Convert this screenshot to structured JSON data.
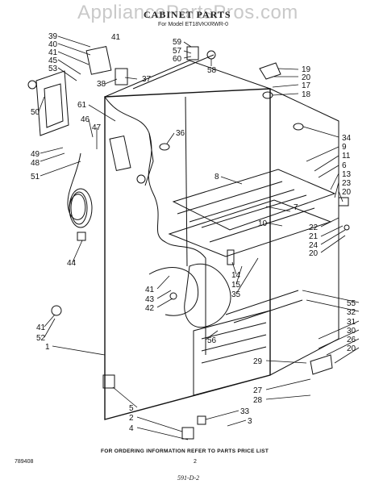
{
  "watermark": "AppliancePartsPros.com",
  "title": "CABINET PARTS",
  "subtitle": "For Model ET18VKXRWR-0",
  "footer_note": "FOR ORDERING INFORMATION REFER TO PARTS PRICE LIST",
  "diagram_code": "789408",
  "page_number": "2",
  "signature": "591-D-2",
  "callouts": [
    "39",
    "41",
    "40",
    "41",
    "45",
    "53",
    "50",
    "38",
    "37",
    "59",
    "57",
    "60",
    "58",
    "19",
    "20",
    "17",
    "18",
    "61",
    "46",
    "47",
    "49",
    "48",
    "51",
    "36",
    "34",
    "9",
    "11",
    "6",
    "13",
    "8",
    "23",
    "20",
    "7",
    "10",
    "22",
    "21",
    "24",
    "20",
    "44",
    "14",
    "15",
    "35",
    "41",
    "43",
    "42",
    "55",
    "32",
    "31",
    "30",
    "26",
    "20",
    "41",
    "52",
    "1",
    "56",
    "29",
    "27",
    "28",
    "5",
    "2",
    "4",
    "33",
    "3"
  ],
  "icons": [
    "refrigerator-cabinet-drawing"
  ]
}
